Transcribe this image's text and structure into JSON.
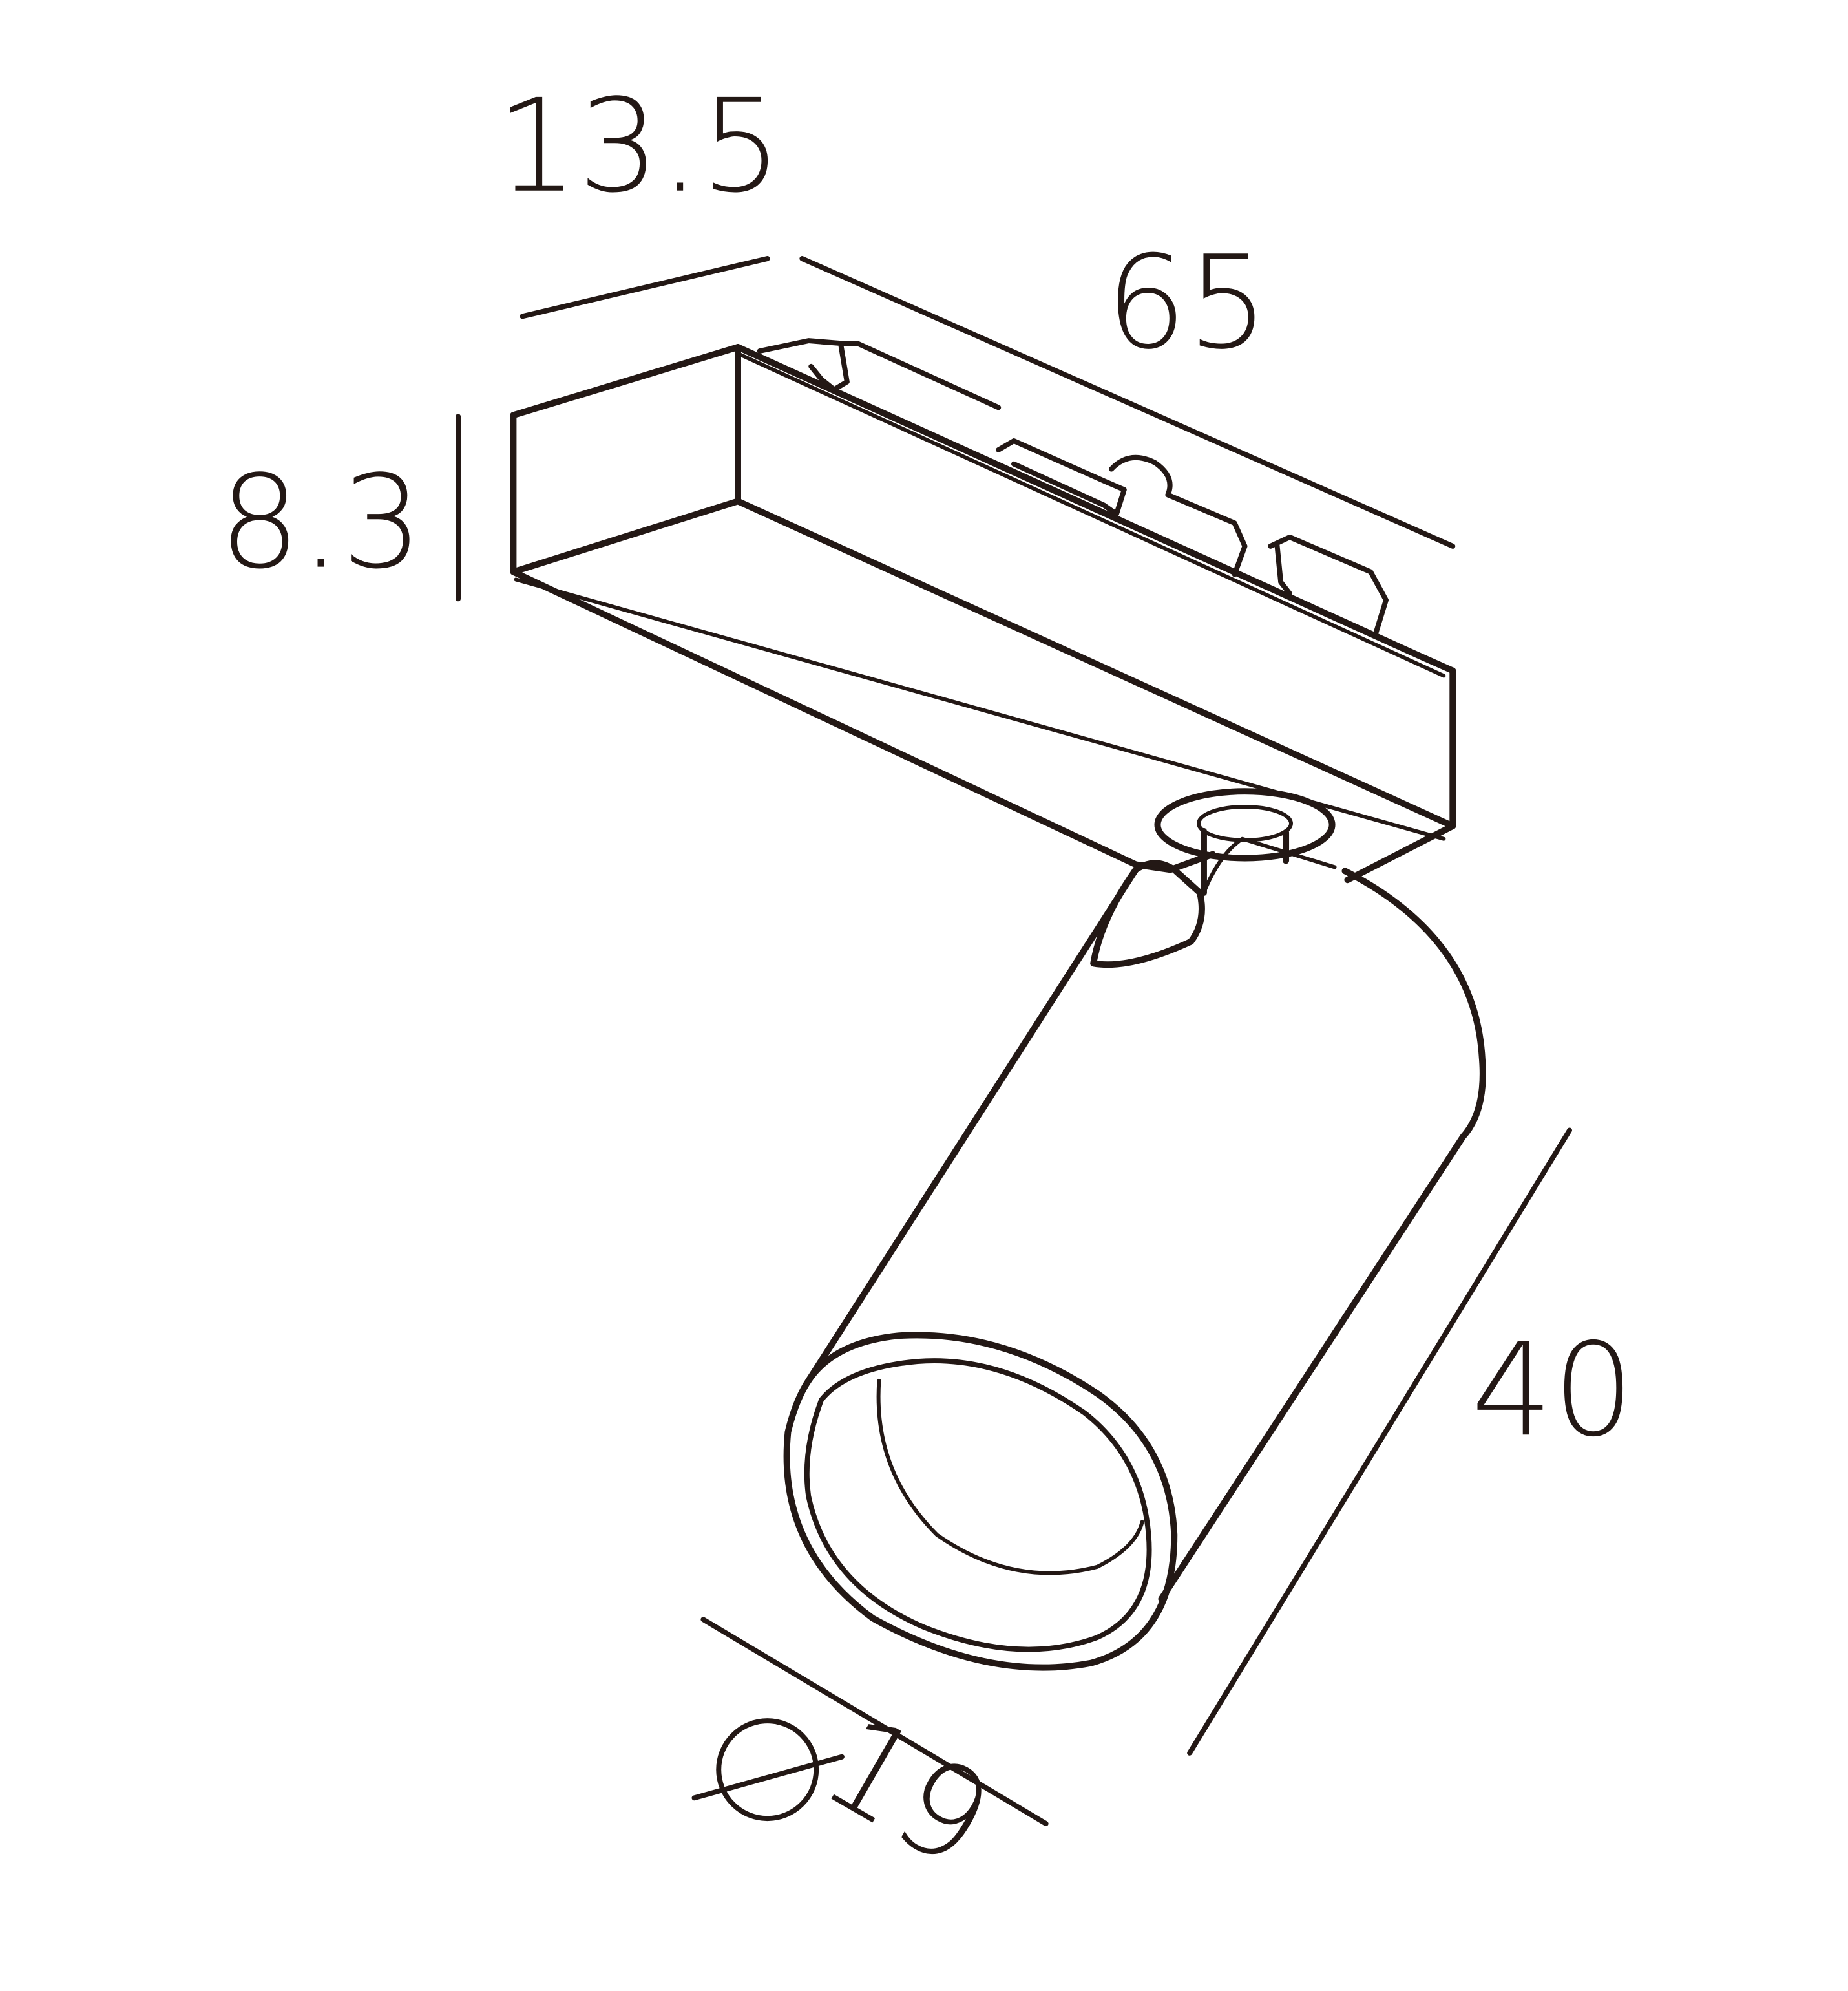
{
  "dimensions": {
    "depth": "13.5",
    "length": "65",
    "height": "8.3",
    "body_length": "40",
    "diameter": "19"
  },
  "colors": {
    "line": "#231815",
    "background": "#ffffff"
  },
  "icons": {
    "diameter_symbol": "diameter-icon"
  }
}
